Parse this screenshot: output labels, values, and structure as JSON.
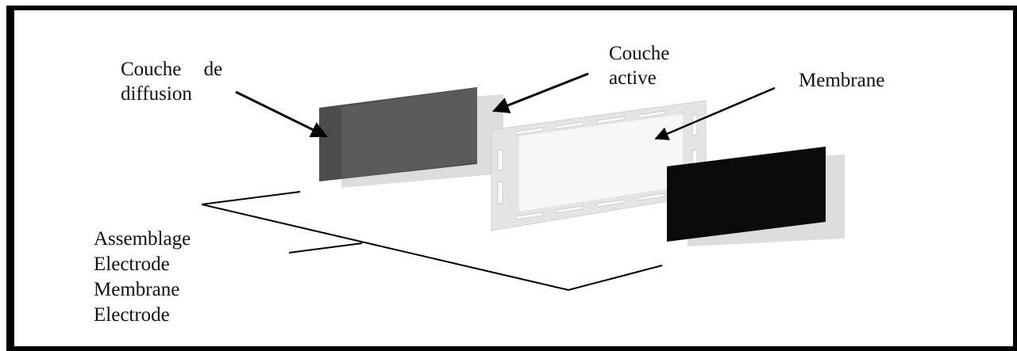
{
  "labels": {
    "diffusion_layer": [
      "Couche de",
      "diffusion"
    ],
    "active_layer": [
      "Couche",
      "active"
    ],
    "membrane": "Membrane",
    "assembly": [
      "Assemblage",
      "Electrode",
      "Membrane",
      "Electrode"
    ]
  },
  "colors": {
    "border": "#000000",
    "diffusion_layer": "#4d4d4d",
    "diffusion_layer_face": "#595959",
    "active_layer": "#dcdcdc",
    "membrane_frame": "#e6e6e6",
    "membrane_inner": "#f6f6f6",
    "electrode_right": "#0a0a0a",
    "leader_lines": "#000000"
  }
}
